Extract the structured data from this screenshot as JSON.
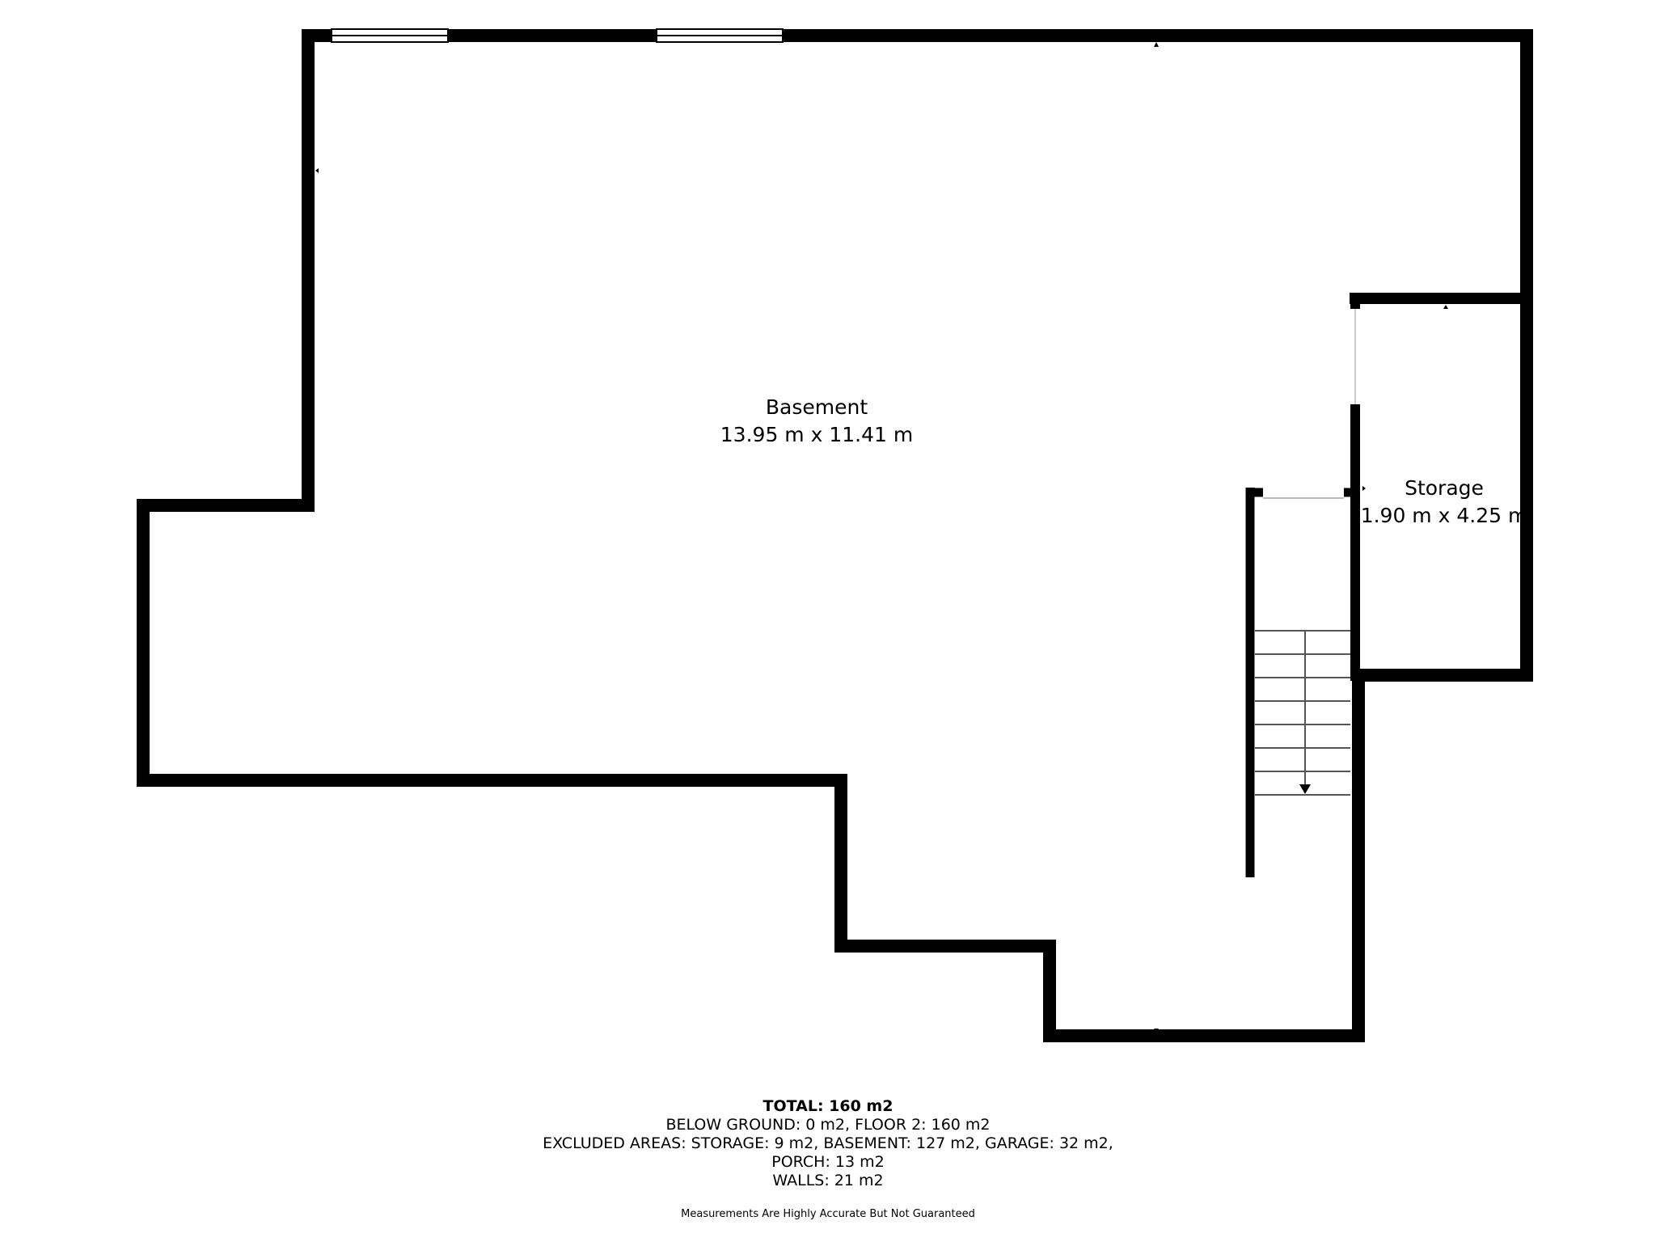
{
  "rooms": {
    "basement": {
      "name": "Basement",
      "dimensions": "13.95 m x 11.41 m"
    },
    "storage": {
      "name": "Storage",
      "dimensions": "1.90 m x 4.25 m"
    }
  },
  "summary": {
    "total": "TOTAL: 160 m2",
    "line1": "BELOW GROUND: 0 m2, FLOOR 2: 160 m2",
    "line2": "EXCLUDED AREAS: STORAGE: 9 m2, BASEMENT: 127 m2, GARAGE: 32 m2,",
    "line3": "PORCH: 13 m2",
    "line4": "WALLS: 21 m2"
  },
  "disclaimer": "Measurements Are Highly Accurate But Not Guaranteed",
  "colors": {
    "wall": "#000000",
    "background": "#ffffff",
    "stair_line": "#555555"
  }
}
